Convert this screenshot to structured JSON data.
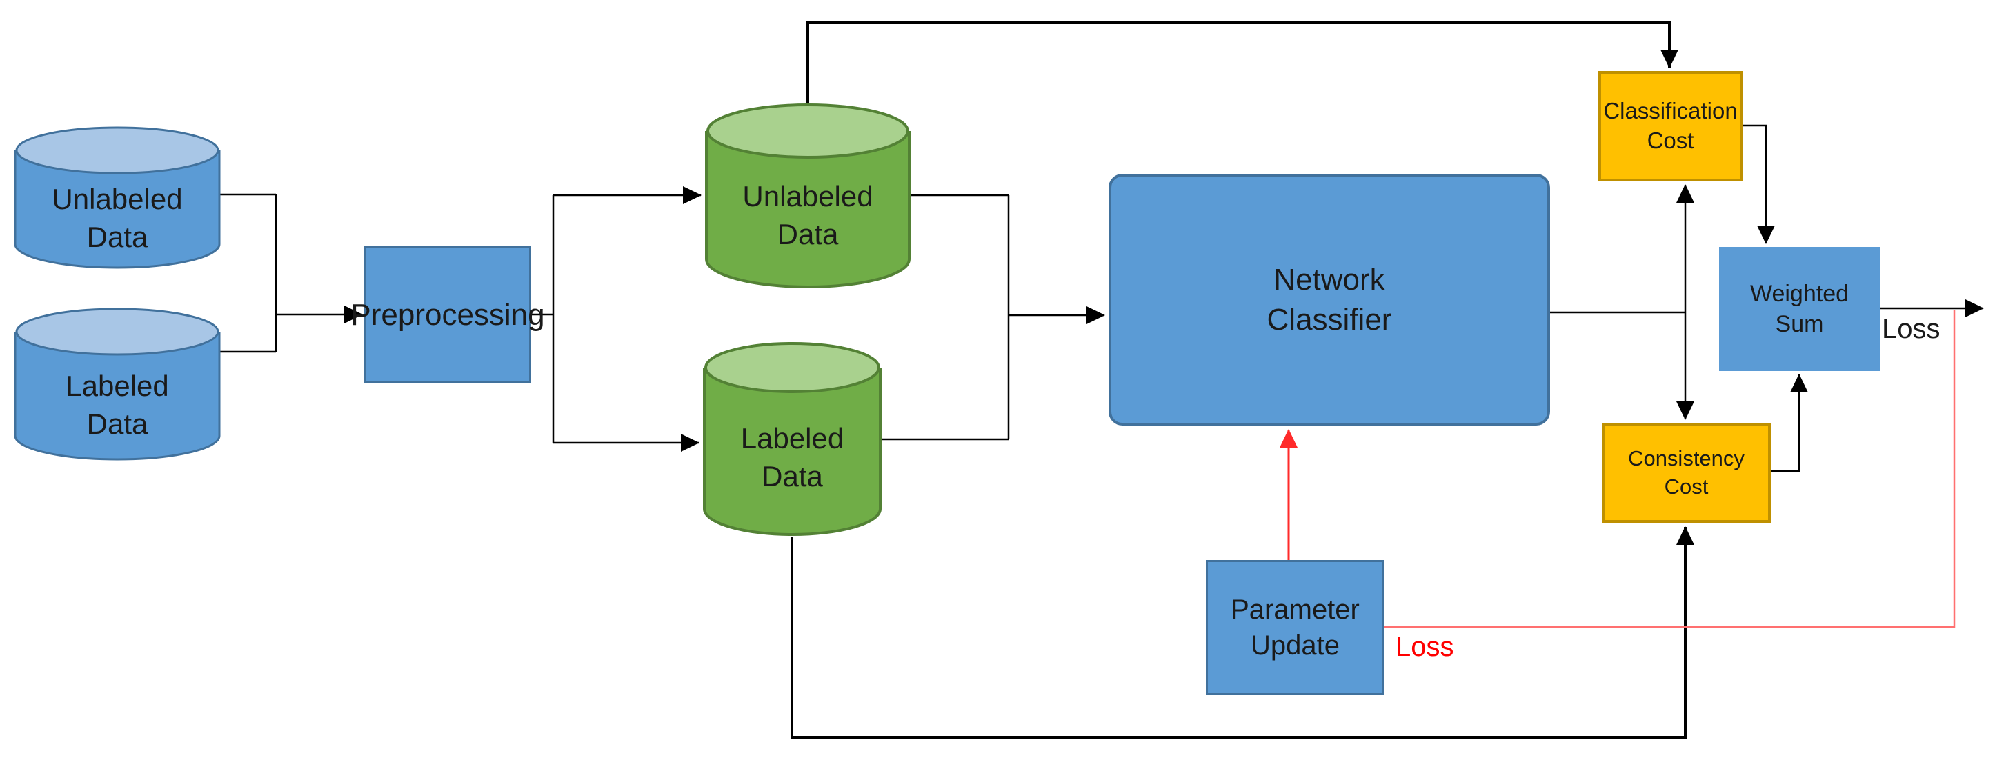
{
  "diagram": {
    "nodes": {
      "raw_unlabeled": {
        "label": "Unlabeled\nData",
        "shape": "cylinder",
        "color": "#5B9BD5"
      },
      "raw_labeled": {
        "label": "Labeled\nData",
        "shape": "cylinder",
        "color": "#5B9BD5"
      },
      "preprocessing": {
        "label": "Preprocessing",
        "shape": "box",
        "color": "#5B9BD5"
      },
      "proc_unlabeled": {
        "label": "Unlabeled\nData",
        "shape": "cylinder",
        "color": "#70AD47"
      },
      "proc_labeled": {
        "label": "Labeled\nData",
        "shape": "cylinder",
        "color": "#70AD47"
      },
      "network_classifier": {
        "label": "Network\nClassifier",
        "shape": "box",
        "color": "#5B9BD5"
      },
      "classification_cost": {
        "label": "Classification\nCost",
        "shape": "box",
        "color": "#FFC000"
      },
      "consistency_cost": {
        "label": "Consistency\nCost",
        "shape": "box",
        "color": "#FFC000"
      },
      "weighted_sum": {
        "label": "Weighted\nSum",
        "shape": "box",
        "color": "#5B9BD5"
      },
      "parameter_update": {
        "label": "Parameter\nUpdate",
        "shape": "box",
        "color": "#5B9BD5"
      }
    },
    "annotations": {
      "loss_output": "Loss",
      "loss_feedback": "Loss"
    },
    "colors": {
      "blue_fill": "#5B9BD5",
      "blue_top": "#A8C6E6",
      "blue_border": "#41719C",
      "green_fill": "#70AD47",
      "green_top": "#A9D18E",
      "green_border": "#538135",
      "orange_fill": "#FFC000",
      "orange_border": "#BF9000",
      "wire_black": "#000000",
      "wire_red": "#FF2A2A",
      "wire_red_light": "#FF7070",
      "label_red": "#FF0000"
    }
  }
}
